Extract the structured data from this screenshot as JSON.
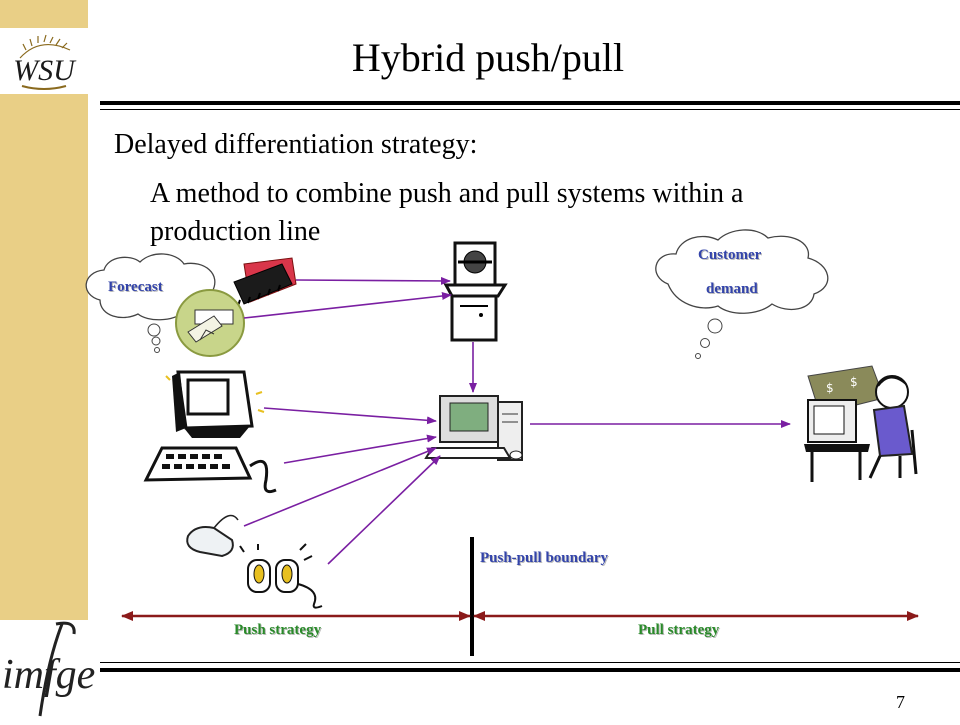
{
  "slide": {
    "title": "Hybrid push/pull",
    "bullet_main": "Delayed differentiation strategy:",
    "bullet_sub": "A method to combine push and pull systems within a production line",
    "page_number": "7"
  },
  "logos": {
    "top": "WSU",
    "bottom": "imfge"
  },
  "diagram": {
    "forecast_label": "Forecast",
    "customer_demand_line1": "Customer",
    "customer_demand_line2": "demand",
    "boundary_label": "Push-pull boundary",
    "push_label": "Push strategy",
    "pull_label": "Pull strategy"
  },
  "colors": {
    "sidebar": "#e9cf86",
    "arrow_purple": "#7a1fa2",
    "strategy_arrow": "#8b1a1a",
    "label_blue": "#3344aa",
    "label_green": "#2a8a2a"
  }
}
